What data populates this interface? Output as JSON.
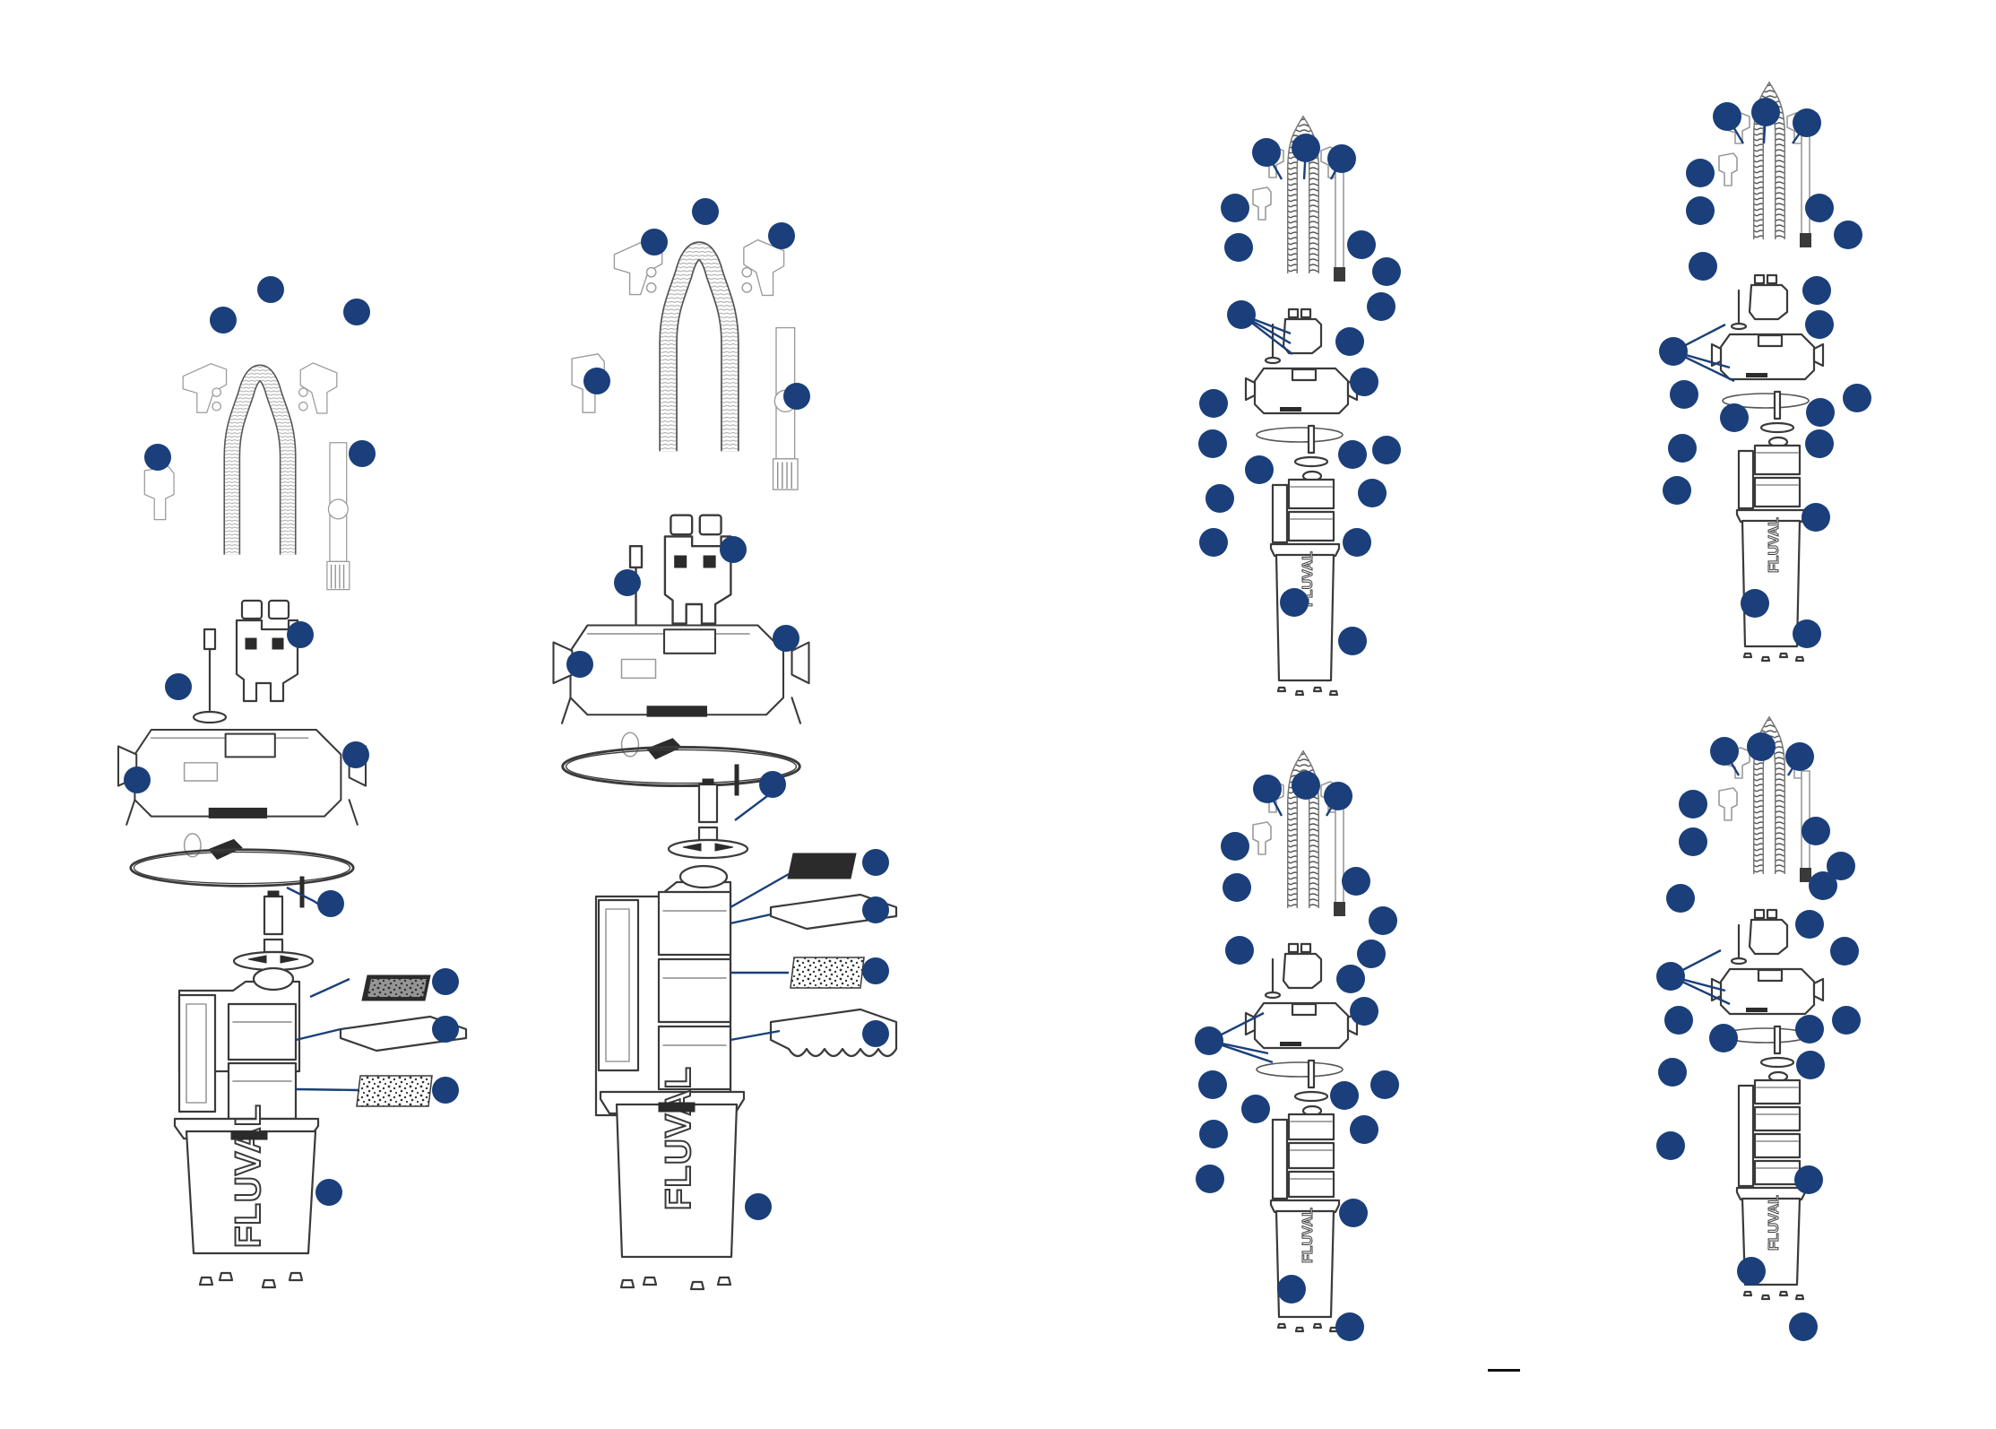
{
  "document": {
    "type": "exploded-parts-diagrams",
    "panels": [
      {
        "id": "panel-a",
        "product_mark": "FLUVAL"
      },
      {
        "id": "panel-b",
        "product_mark": "FLUVAL"
      },
      {
        "id": "panel-c",
        "product_mark": "FLUVAL"
      },
      {
        "id": "panel-d",
        "product_mark": "FLUVAL"
      },
      {
        "id": "panel-e",
        "product_mark": "FLUVAL"
      },
      {
        "id": "panel-f",
        "product_mark": "FLUVAL"
      }
    ]
  },
  "colors": {
    "callout_fill": "#1a3f7a",
    "line_art": "#3a3a3a",
    "light_line": "#8a8a8a",
    "background": "#ffffff"
  },
  "icons": {
    "callout": "numbered-callout-circle",
    "filter_canister": "canister-filter-icon"
  }
}
